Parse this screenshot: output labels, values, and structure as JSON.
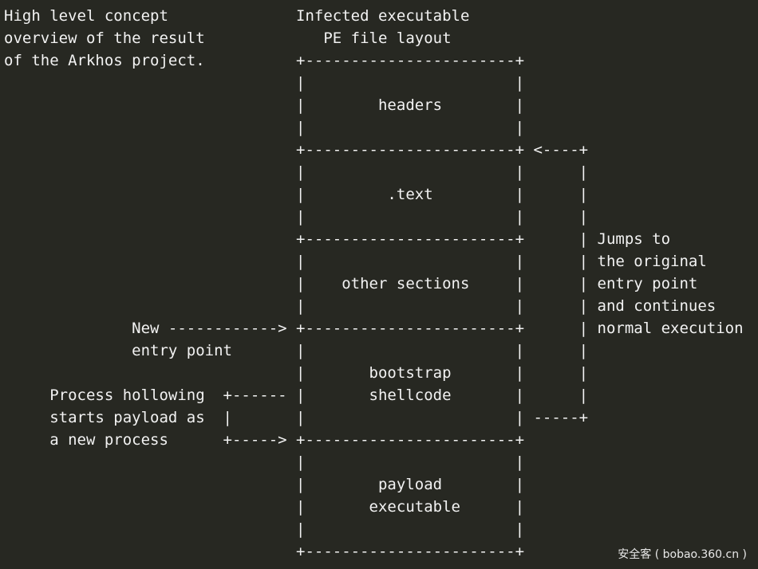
{
  "diagram": {
    "lines": [
      "High level concept              Infected executable",
      "overview of the result             PE file layout",
      "of the Arkhos project.          +-----------------------+",
      "                                |                       |",
      "                                |        headers        |",
      "                                |                       |",
      "                                +-----------------------+ <----+",
      "                                |                       |      |",
      "                                |         .text         |      |",
      "                                |                       |      |",
      "                                +-----------------------+      | Jumps to",
      "                                |                       |      | the original",
      "                                |    other sections     |      | entry point",
      "                                |                       |      | and continues",
      "              New ------------> +-----------------------+      | normal execution",
      "              entry point       |                       |      |",
      "                                |       bootstrap       |      |",
      "     Process hollowing  +------ |       shellcode       |      |",
      "     starts payload as  |       |                       | -----+",
      "     a new process      +-----> +-----------------------+",
      "                                |                       |",
      "                                |        payload        |",
      "                                |       executable      |",
      "                                |                       |",
      "                                +-----------------------+"
    ]
  },
  "watermark": {
    "text": "安全客 ( bobao.360.cn )"
  }
}
